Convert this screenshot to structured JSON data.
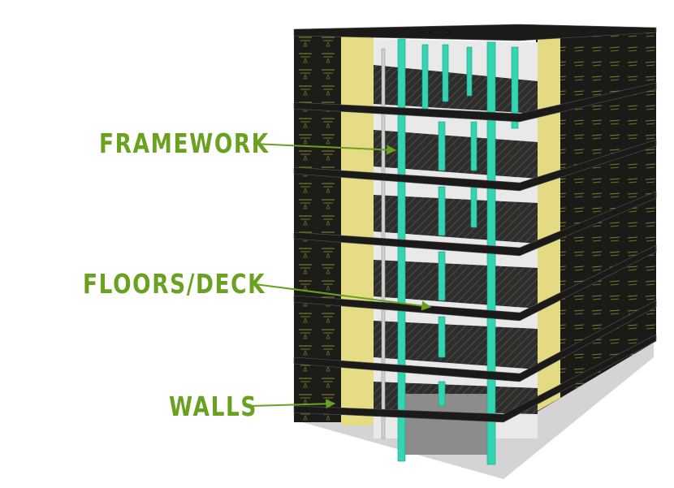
{
  "labels": {
    "framework": "FRAMEWORK",
    "floors": "FLOORS/DECK",
    "walls": "WALLS"
  },
  "colors": {
    "label": "#6aa121",
    "column": "#35d6b4",
    "insulation": "#e6dd86",
    "wall_panel": "#1e1e1a",
    "deck": "#2e2e2c",
    "ground": "#d9d9d9"
  }
}
